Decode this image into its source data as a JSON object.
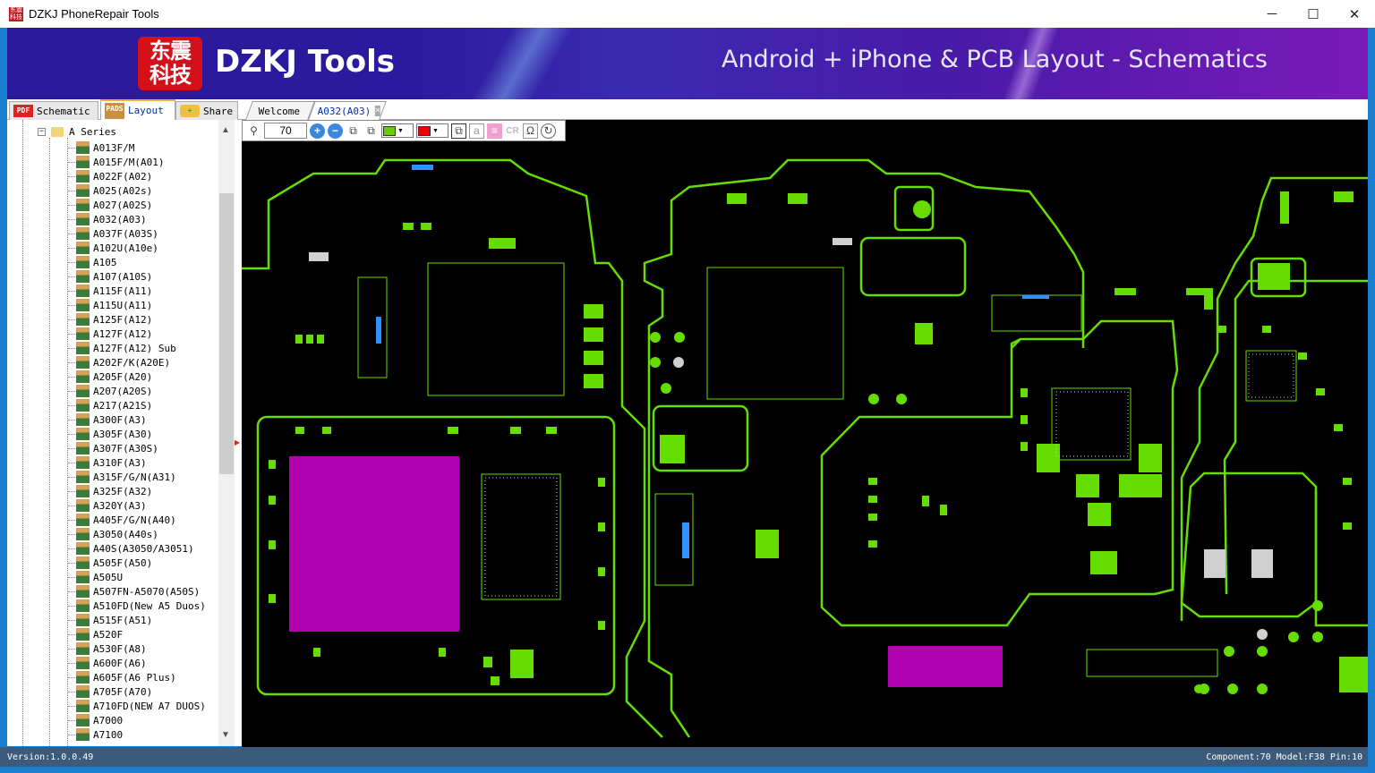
{
  "window": {
    "title": "DZKJ PhoneRepair Tools",
    "minimize": "─",
    "maximize": "☐",
    "close": "✕"
  },
  "banner": {
    "logo_text": "东震科技",
    "brand": "DZKJ Tools",
    "tagline": "Android + iPhone & PCB Layout - Schematics"
  },
  "left_tabs": [
    {
      "label": "Schematic",
      "icon": "PDF"
    },
    {
      "label": "Layout",
      "icon": "PADS"
    },
    {
      "label": "Share",
      "icon": "+"
    }
  ],
  "doc_tabs": [
    {
      "label": "Welcome"
    },
    {
      "label": "A032(A03)",
      "close": "×"
    }
  ],
  "toolbar": {
    "zoom_value": "70",
    "fill_color": "#66cc00",
    "highlight_color": "#ee0000",
    "text_a": "a",
    "text_cr": "CR",
    "text_omega": "Ω"
  },
  "tree": {
    "root": "A Series",
    "expander": "−",
    "items": [
      "A013F/M",
      "A015F/M(A01)",
      "A022F(A02)",
      "A025(A02s)",
      "A027(A02S)",
      "A032(A03)",
      "A037F(A03S)",
      "A102U(A10e)",
      "A105",
      "A107(A10S)",
      "A115F(A11)",
      "A115U(A11)",
      "A125F(A12)",
      "A127F(A12)",
      "A127F(A12) Sub",
      "A202F/K(A20E)",
      "A205F(A20)",
      "A207(A20S)",
      "A217(A21S)",
      "A300F(A3)",
      "A305F(A30)",
      "A307F(A30S)",
      "A310F(A3)",
      "A315F/G/N(A31)",
      "A325F(A32)",
      "A320Y(A3)",
      "A405F/G/N(A40)",
      "A3050(A40s)",
      "A40S(A3050/A3051)",
      "A505F(A50)",
      "A505U",
      "A507FN-A5070(A50S)",
      "A510FD(New A5 Duos)",
      "A515F(A51)",
      "A520F",
      "A530F(A8)",
      "A600F(A6)",
      "A605F(A6 Plus)",
      "A705F(A70)",
      "A710FD(NEW A7 DUOS)",
      "A7000",
      "A7100"
    ]
  },
  "status": {
    "version": "Version:1.0.0.49",
    "info": "Component:70 Model:F38 Pin:10"
  },
  "colors": {
    "pcb_trace": "#66dd00",
    "pcb_chip": "#b000b0",
    "canvas_bg": "#000000"
  }
}
